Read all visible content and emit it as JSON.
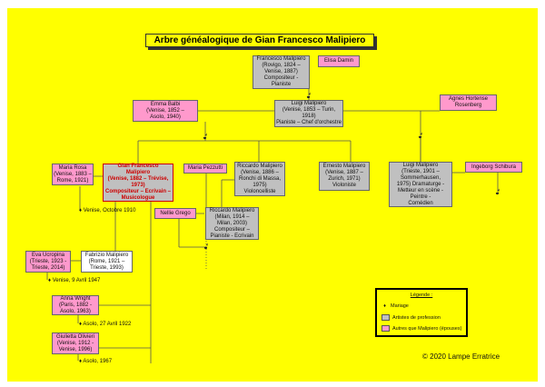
{
  "title": "Arbre généalogique de Gian Francesco Malipiero",
  "people": {
    "francesco": [
      "Francesco Malipiero",
      "(Rovigo, 1824 –",
      "Venise, 1887)",
      "Compositeur -",
      "Pianiste"
    ],
    "elisa": [
      "Elisa Damin"
    ],
    "emma": [
      "Emma  Balbi",
      "(Venise, 1852  –",
      "Asolo, 1940)"
    ],
    "luigi_sr": [
      "Luigi Malipiero",
      "(Venise, 1853  – Turin,",
      "1918)",
      "Pianiste – Chef d'orchestre"
    ],
    "agnes": [
      "Agnes Hortense",
      "Rosenberg"
    ],
    "maria_rosa": [
      "Maria Rosa",
      "(Venise, 1883 –",
      "Rome, 1921)"
    ],
    "gian": [
      "Gian Francesco",
      "Malipiero",
      "(Venise, 1882 – Trévise,",
      "1973)",
      "Compositeur – Ecrivain –",
      "Musicologue"
    ],
    "maria_pezzutti": [
      "Maria Pezzutti"
    ],
    "riccardo_sr": [
      "Riccardo Malipiero",
      "(Venise, 1886 –",
      "Ronchi di Massa,",
      "1975)",
      "Violoncelliste"
    ],
    "ernesto": [
      "Ernesto Malipiero",
      "(Venise, 1887 –",
      "Zurich, 1971)",
      "Violoniste"
    ],
    "luigi_jr": [
      "Luigi Malipiero",
      "(Trieste, 1901 –",
      "Sommerhausen,",
      "1975) Dramaturge -",
      "Metteur en scène -",
      "Peintre -",
      "Comédien"
    ],
    "ingeborg": [
      "Ingeborg Schibura"
    ],
    "nellie": [
      "Nellie Grego"
    ],
    "riccardo_jr": [
      "Riccardo Malipiero",
      "(Milan, 1914 –",
      "Milan, 2003)",
      "Compositeur –",
      "Pianiste - Ecrivain"
    ],
    "eva": [
      "Eva Ucropina",
      "(Trieste, 1923  -",
      "Trieste, 2014)"
    ],
    "fabrizio": [
      "Fabrizio Malipiero",
      "(Rome, 1921 –",
      "Trieste, 1993)"
    ],
    "anna": [
      "Anna Wright",
      "(Paris, 1882  -",
      "Asolo, 1963)"
    ],
    "giulietta": [
      "Giulietta Olivieri",
      "(Venise, 1912 -",
      "Venise, 1996)"
    ]
  },
  "marriage_labels": [
    "Venise, Octobre 1910",
    "Venise, 9 Avril 1947",
    "Asolo, 27 Avril 1922",
    "Asolo, 1967"
  ],
  "legend": {
    "title": "Légende :",
    "marriage": "Mariage",
    "artists": "Artistes de profession",
    "others": "Autres que Malipiero (épouses)"
  },
  "copyright": "© 2020 Lampe Erratrice",
  "colors": {
    "background": "#ffff00",
    "artist": "#c0c0c0",
    "spouse": "#ff99cc",
    "highlight": "#cc0000"
  },
  "icons": {
    "marriage": "ring-icon"
  }
}
